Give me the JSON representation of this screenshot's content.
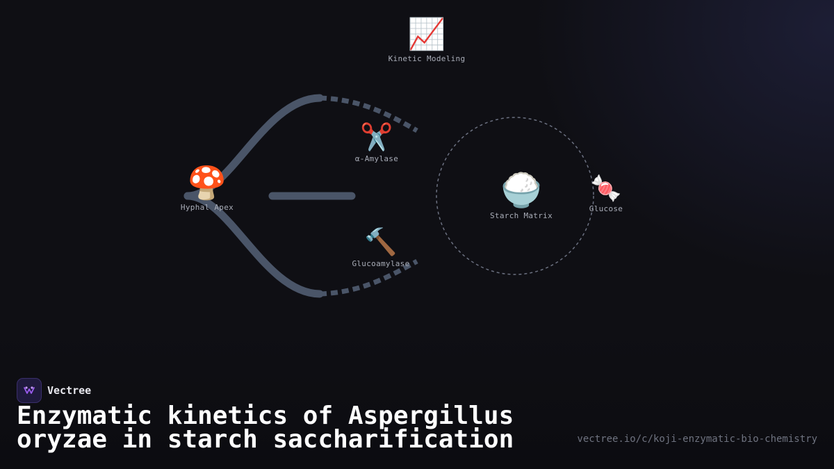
{
  "nodes": {
    "hyphal_apex": {
      "icon": "mushroom-icon",
      "emoji": "🍄",
      "label": "Hyphal Apex"
    },
    "kinetic_modeling": {
      "icon": "chart-increasing-icon",
      "emoji": "📈",
      "label": "Kinetic Modeling"
    },
    "alpha_amylase": {
      "icon": "scissors-icon",
      "emoji": "✂️",
      "label": "α-Amylase"
    },
    "glucoamylase": {
      "icon": "hammer-icon",
      "emoji": "🔨",
      "label": "Glucoamylase"
    },
    "starch_matrix": {
      "icon": "rice-bowl-icon",
      "emoji": "🍚",
      "label": "Starch Matrix"
    },
    "glucose": {
      "icon": "candy-icon",
      "emoji": "🍬",
      "label": "Glucose"
    }
  },
  "brand": {
    "name": "Vectree",
    "icon": "vectree-logo-icon"
  },
  "title": "Enzymatic kinetics of Aspergillus oryzae in starch saccharification",
  "url": "vectree.io/c/koji-enzymatic-bio-chemistry",
  "colors": {
    "background": "#0f0f14",
    "connector": "#4a5568",
    "label": "#a9adb8",
    "title": "#ffffff",
    "url": "#6f7380"
  }
}
